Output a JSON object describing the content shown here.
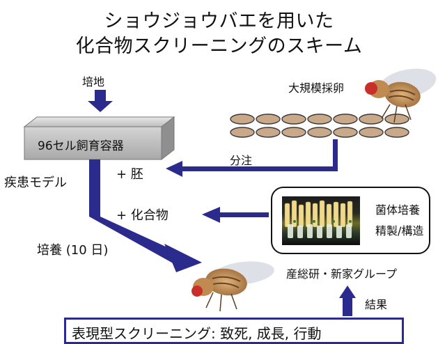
{
  "title": {
    "line1": "ショウジョウバエを用いた",
    "line2": "化合物スクリーニングのスキーム"
  },
  "labels": {
    "medium": "培地",
    "mass_egg": "大規模採卵",
    "container": "96セル飼育容器",
    "dispense": "分注",
    "disease_model": "疾患モデル",
    "plus_embryo": "+ 胚",
    "plus_compound": "+ 化合物",
    "culture": "培養 (10 日)",
    "microbe_culture": "菌体培養",
    "purify_structure": "精製/構造",
    "group": "産総研・新家グループ",
    "result": "結果",
    "screening": "表現型スクリーニング: 致死, 成長, 行動"
  },
  "icons": {
    "arrow_color": "#2b2b8e",
    "egg_color": "#c9a98a"
  }
}
